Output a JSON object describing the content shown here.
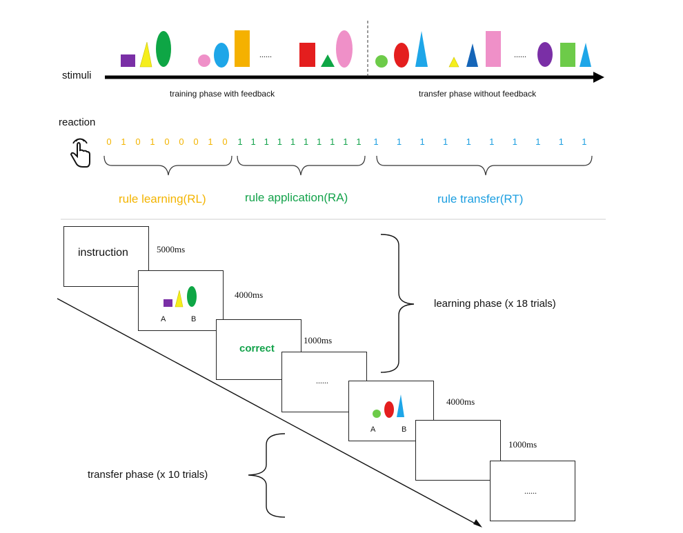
{
  "timeline": {
    "stimuli_label": "stimuli",
    "training_label": "training phase with feedback",
    "transfer_label": "transfer phase without feedback",
    "ellipsis": "......",
    "reaction_label": "reaction",
    "bits_learning": [
      "0",
      "1",
      "0",
      "1",
      "0",
      "0",
      "0",
      "1",
      "0"
    ],
    "bits_application": [
      "1",
      "1",
      "1",
      "1",
      "1",
      "1",
      "1",
      "1",
      "1",
      "1"
    ],
    "bits_transfer": [
      "1",
      "1",
      "1",
      "1",
      "1",
      "1",
      "1",
      "1",
      "1",
      "1"
    ],
    "rule_learning": "rule learning(RL)",
    "rule_application": "rule application(RA)",
    "rule_transfer": "rule transfer(RT)"
  },
  "colors": {
    "learning": "#f3b400",
    "application": "#12a24a",
    "transfer": "#1b9ee0",
    "purple": "#7a2fa6",
    "yellow": "#f5ee1c",
    "green": "#0ea645",
    "pink": "#ef90c8",
    "blue": "#1ea6e8",
    "orange": "#f5b100",
    "red": "#e41e1e",
    "lightgreen": "#6dcb49",
    "darkblue": "#1565b8"
  },
  "procedure": {
    "instruction": "instruction",
    "t_5000": "5000ms",
    "t_4000a": "4000ms",
    "correct": "correct",
    "t_1000a": "1000ms",
    "dots_a": "......",
    "t_4000b": "4000ms",
    "t_1000b": "1000ms",
    "dots_b": "......",
    "option_a": "A",
    "option_b": "B",
    "learning_phase": "learning phase (x 18 trials)",
    "transfer_phase": "transfer phase (x 10 trials)"
  },
  "icons": {
    "hand": "hand-tap-icon"
  }
}
